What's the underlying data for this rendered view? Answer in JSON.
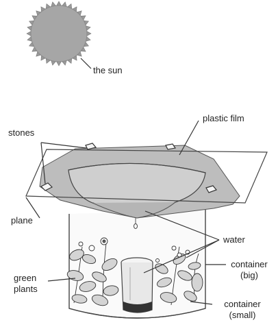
{
  "labels": {
    "sun": "the sun",
    "plastic_film": "plastic film",
    "stones": "stones",
    "plane": "plane",
    "water": "water",
    "container_big_line1": "container",
    "container_big_line2": "(big)",
    "green_plants_line1": "green",
    "green_plants_line2": "plants",
    "container_small_line1": "container",
    "container_small_line2": "(small)"
  },
  "colors": {
    "sun": "#a6a6a6",
    "film": "#bdbdbd",
    "line": "#333333",
    "leaf": "#d0d0d0"
  }
}
